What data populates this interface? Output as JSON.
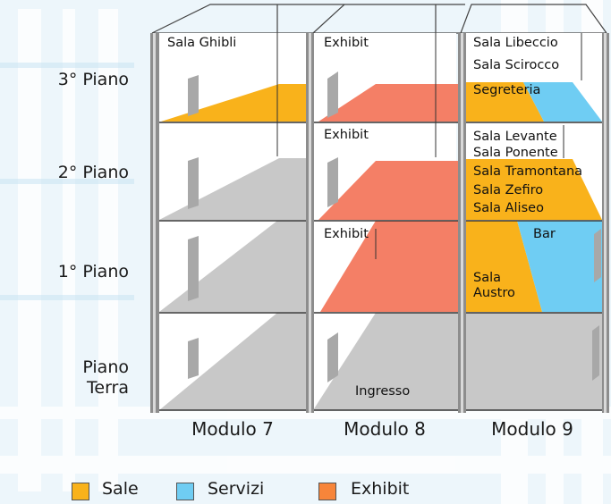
{
  "floors": [
    {
      "label": "3° Piano"
    },
    {
      "label": "2° Piano"
    },
    {
      "label": "1° Piano"
    },
    {
      "label": "Piano Terra"
    }
  ],
  "modules": [
    {
      "label": "Modulo 7"
    },
    {
      "label": "Modulo 8"
    },
    {
      "label": "Modulo 9"
    }
  ],
  "rooms": {
    "m7_f3": "Sala Ghibli",
    "m8_f3": "Exhibit",
    "m8_f2": "Exhibit",
    "m8_f1": "Exhibit",
    "m8_f0": "Ingresso",
    "m9_f3_a": "Sala Libeccio",
    "m9_f3_b": "Sala Scirocco",
    "m9_f3_c": "Segreteria",
    "m9_f2_a": "Sala Levante",
    "m9_f2_b": "Sala Ponente",
    "m9_f2_c": "Sala Tramontana",
    "m9_f2_d": "Sala Zefiro",
    "m9_f2_e": "Sala Aliseo",
    "m9_f1_bar": "Bar",
    "m9_f1_sala": "Sala",
    "m9_f1_austro": "Austro"
  },
  "legend": [
    {
      "label": "Sale",
      "color": "#f9b21b"
    },
    {
      "label": "Servizi",
      "color": "#6fcdf3"
    },
    {
      "label": "Exhibit",
      "color": "#f7853a"
    }
  ],
  "colors": {
    "sale": "#f9b21b",
    "servizi": "#6fcdf3",
    "exhibit": "#f47f66",
    "floor_grey": "#c8c8c8",
    "background_tint": "#e4f1f9"
  }
}
